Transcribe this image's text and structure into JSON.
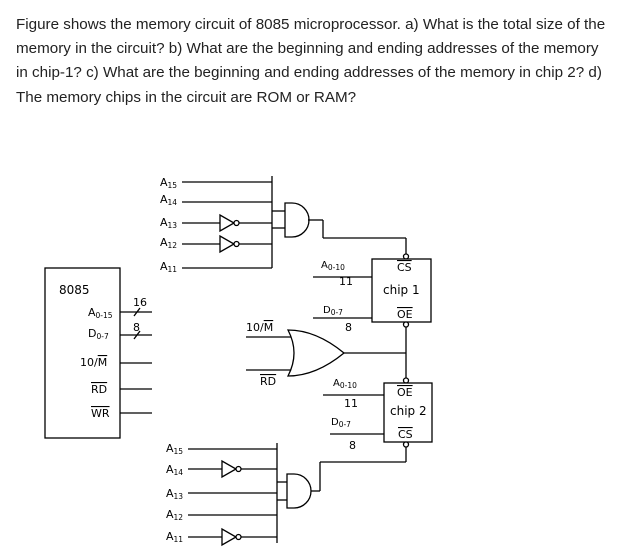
{
  "question": "Figure shows the memory circuit of 8085 microprocessor. a) What is the total size of the memory in the circuit? b) What are the beginning and ending addresses of the memory in chip-1? c) What are the beginning and ending addresses of the memory in chip 2? d) The memory chips in the circuit are ROM or RAM?",
  "cpu": {
    "name": "8085",
    "addr_pins": "A",
    "addr_sub": "0-15",
    "data_pins": "D",
    "data_sub": "0-7",
    "iom": "10/",
    "iom_bar": "M",
    "rd": "RD",
    "wr": "WR",
    "addr_width": "16",
    "data_width": "8"
  },
  "top_decoder": {
    "lines": [
      {
        "text": "A",
        "sub": "15"
      },
      {
        "text": "A",
        "sub": "14"
      },
      {
        "text": "A",
        "sub": "13"
      },
      {
        "text": "A",
        "sub": "12"
      },
      {
        "text": "A",
        "sub": "11"
      }
    ]
  },
  "bottom_decoder": {
    "lines": [
      {
        "text": "A",
        "sub": "15"
      },
      {
        "text": "A",
        "sub": "14"
      },
      {
        "text": "A",
        "sub": "13"
      },
      {
        "text": "A",
        "sub": "12"
      },
      {
        "text": "A",
        "sub": "11"
      }
    ]
  },
  "middle": {
    "iom": "10/",
    "iom_bar": "M",
    "rd": "RD"
  },
  "chip1": {
    "cs": "CS",
    "name": "chip",
    "num": "1",
    "oe": "OE",
    "addr": "A",
    "addr_sub": "0-10",
    "addr_width": "11",
    "data": "D",
    "data_sub": "0-7",
    "data_width": "8"
  },
  "chip2": {
    "oe": "OE",
    "name": "chip",
    "num": "2",
    "cs": "CS",
    "addr": "A",
    "addr_sub": "0-10",
    "addr_width": "11",
    "data": "D",
    "data_sub": "0-7",
    "data_width": "8"
  }
}
